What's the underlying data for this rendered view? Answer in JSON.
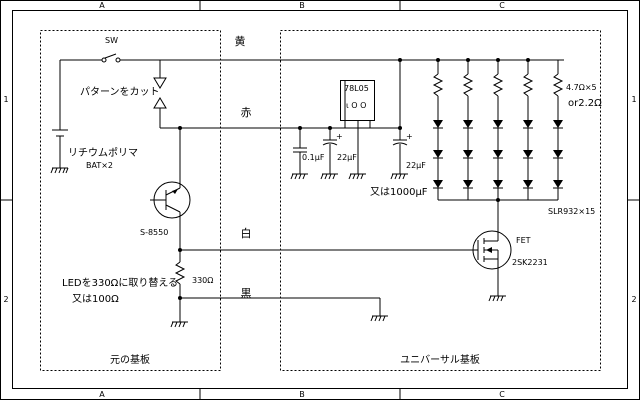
{
  "frame": {
    "columns": [
      "A",
      "B",
      "C"
    ],
    "rows": [
      "1",
      "2"
    ]
  },
  "boards": {
    "original": "元の基板",
    "universal": "ユニバーサル基板"
  },
  "wires": {
    "yellow": "黄",
    "red": "赤",
    "white": "白",
    "black": "黒"
  },
  "parts": {
    "switch": "SW",
    "cut_pattern": "パターンをカット",
    "battery_name": "リチウムポリマ",
    "battery_count": "BAT×2",
    "regulator": "78L05",
    "cap1": "0.1μF",
    "cap2": "22μF",
    "cap3": "22μF",
    "cap3_alt": "又は1000μF",
    "transistor": "S-8550",
    "resistor": "330Ω",
    "led_note": "LEDを330Ωに取り替える",
    "led_note_alt": "又は100Ω",
    "led_resistors": "4.7Ω×5",
    "led_resistors_alt": "or2.2Ω",
    "leds": "SLR932×15",
    "fet": "FET",
    "fet_part": "2SK2231"
  },
  "icons": {
    "regulator_pins": "ι O O"
  }
}
